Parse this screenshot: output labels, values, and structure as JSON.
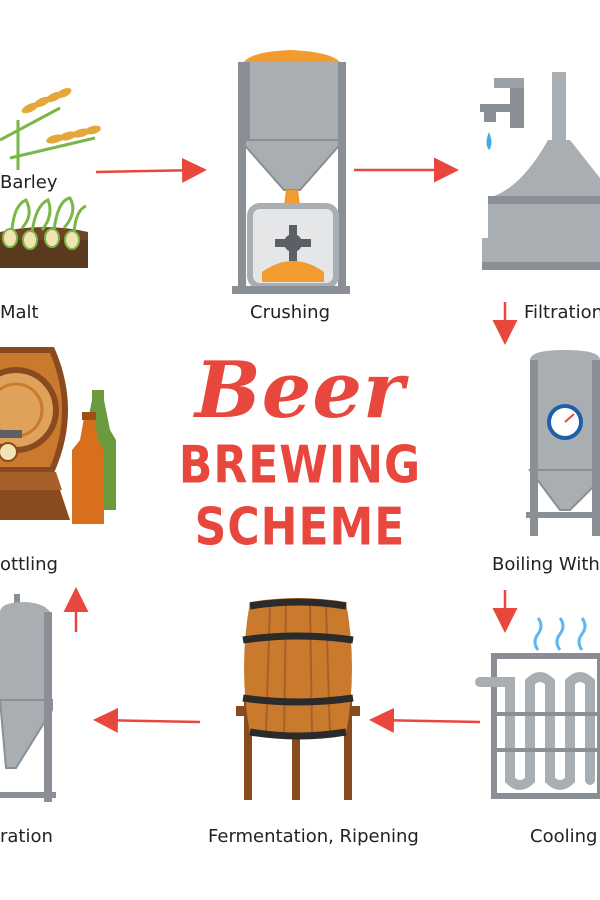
{
  "title": {
    "line1": "Beer",
    "line2": "BREWING",
    "line3": "SCHEME"
  },
  "steps": {
    "barley": "Barley",
    "malt": "Malt",
    "crushing": "Crushing",
    "filtration": "Filtration",
    "boiling": "Boiling With",
    "cooling": "Cooling",
    "fermentation": "Fermentation, Ripening",
    "filtration2": "ration",
    "bottling": "ottling"
  },
  "colors": {
    "accent": "#e8473e",
    "steel": "#a9aeb3",
    "steel_dark": "#8a8f95",
    "orange": "#f29b2e",
    "wood": "#c97a2c",
    "wood_dark": "#8a4a1f",
    "glass_green": "#6a9a3b",
    "glass_amber": "#d86f1d"
  }
}
